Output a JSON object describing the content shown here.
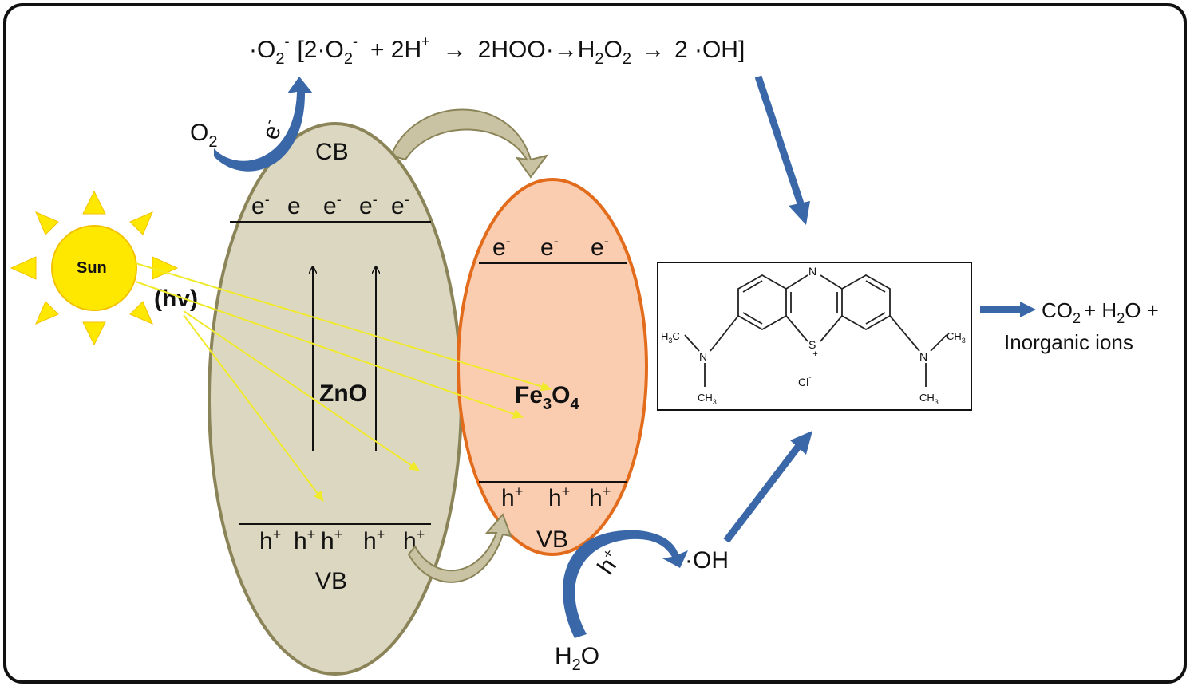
{
  "colors": {
    "zno_fill": "#dcd7c1",
    "zno_stroke": "#8b8458",
    "fe_fill": "#fbcdb0",
    "fe_stroke": "#e26c1c",
    "blue_arrow": "#3a67a8",
    "sun_fill": "#ffe800",
    "sun_ray": "#ffd400",
    "light_ray": "#f0ea2a",
    "curved_transfer": "#c9c3a3"
  },
  "top_equation": {
    "superoxide": "·O",
    "superoxide_sub": "2",
    "superoxide_sup": "-",
    "bracket_open": "[2·O",
    "b_sub": "2",
    "b_sup": "-",
    "plus_h": "+ 2H",
    "plus_h_sup": "+",
    "arrow1": "→",
    "hoo": "2HOO·",
    "arrow2": "→",
    "h2o2": "H",
    "h2o2_sub1": "2",
    "h2o2_o": "O",
    "h2o2_sub2": "2",
    "arrow3": "→",
    "oh": "2 ·OH]"
  },
  "o2_label": "O",
  "o2_sub": "2",
  "electron_label": "e",
  "electron_sup": "-",
  "sun_label": "Sun",
  "hv_label": "(hv)",
  "zno": {
    "cb_label": "CB",
    "vb_label": "VB",
    "name": "ZnO",
    "electrons": [
      "e",
      "e",
      "e",
      "e",
      "e"
    ],
    "electron_sups": [
      "-",
      "",
      "-",
      "-",
      "-"
    ],
    "holes": [
      "h",
      "h",
      "h",
      "h",
      "h"
    ],
    "hole_sup": "+"
  },
  "fe3o4": {
    "name_fe": "Fe",
    "name_sub1": "3",
    "name_o": "O",
    "name_sub2": "4",
    "vb_label": "VB",
    "electrons": [
      "e",
      "e",
      "e"
    ],
    "electron_sup": "-",
    "holes": [
      "h",
      "h",
      "h"
    ],
    "hole_sup": "+"
  },
  "hole_transfer_label": "h",
  "hole_transfer_sup": "+",
  "oh_label": "·OH",
  "h2o_label_h": "H",
  "h2o_sub": "2",
  "h2o_label_o": "O",
  "molecule": {
    "n_top": "N",
    "s_label": "S",
    "s_charge": "+",
    "cl": "Cl",
    "cl_sup": "-",
    "left_n": "N",
    "right_n": "N",
    "h3c": "H",
    "h3c_sub": "3",
    "h3c_c": "C",
    "ch3_c": "CH",
    "ch3_sub": "3"
  },
  "products": {
    "co2": "CO",
    "co2_sub": "2",
    "plus1": "+ H",
    "h2o_sub": "2",
    "h2o_o": "O +",
    "line2": "Inorganic ions"
  }
}
